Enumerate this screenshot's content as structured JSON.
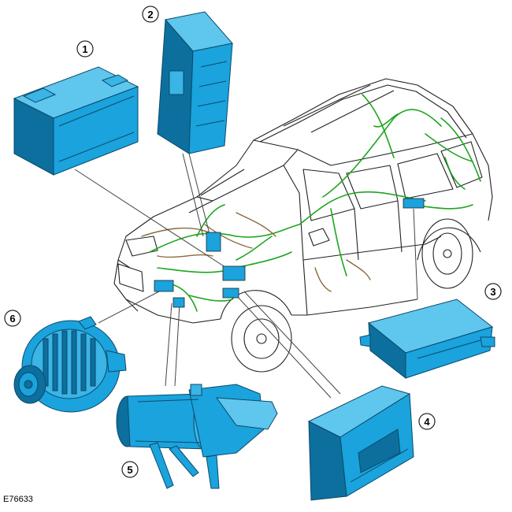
{
  "figure_ref": "E76633",
  "colors": {
    "component_fill": "#1aa3dd",
    "component_dark": "#0d6f9e",
    "component_light": "#5fc6ee",
    "harness_green": "#1ea51e",
    "harness_brown": "#8a6a3a",
    "outline": "#222222"
  },
  "callouts": [
    {
      "id": "1",
      "label": "1",
      "component": "battery"
    },
    {
      "id": "2",
      "label": "2",
      "component": "fuse-box-module"
    },
    {
      "id": "3",
      "label": "3",
      "component": "rear-junction-box"
    },
    {
      "id": "4",
      "label": "4",
      "component": "engine-junction-box"
    },
    {
      "id": "5",
      "label": "5",
      "component": "starter-motor"
    },
    {
      "id": "6",
      "label": "6",
      "component": "alternator"
    }
  ]
}
